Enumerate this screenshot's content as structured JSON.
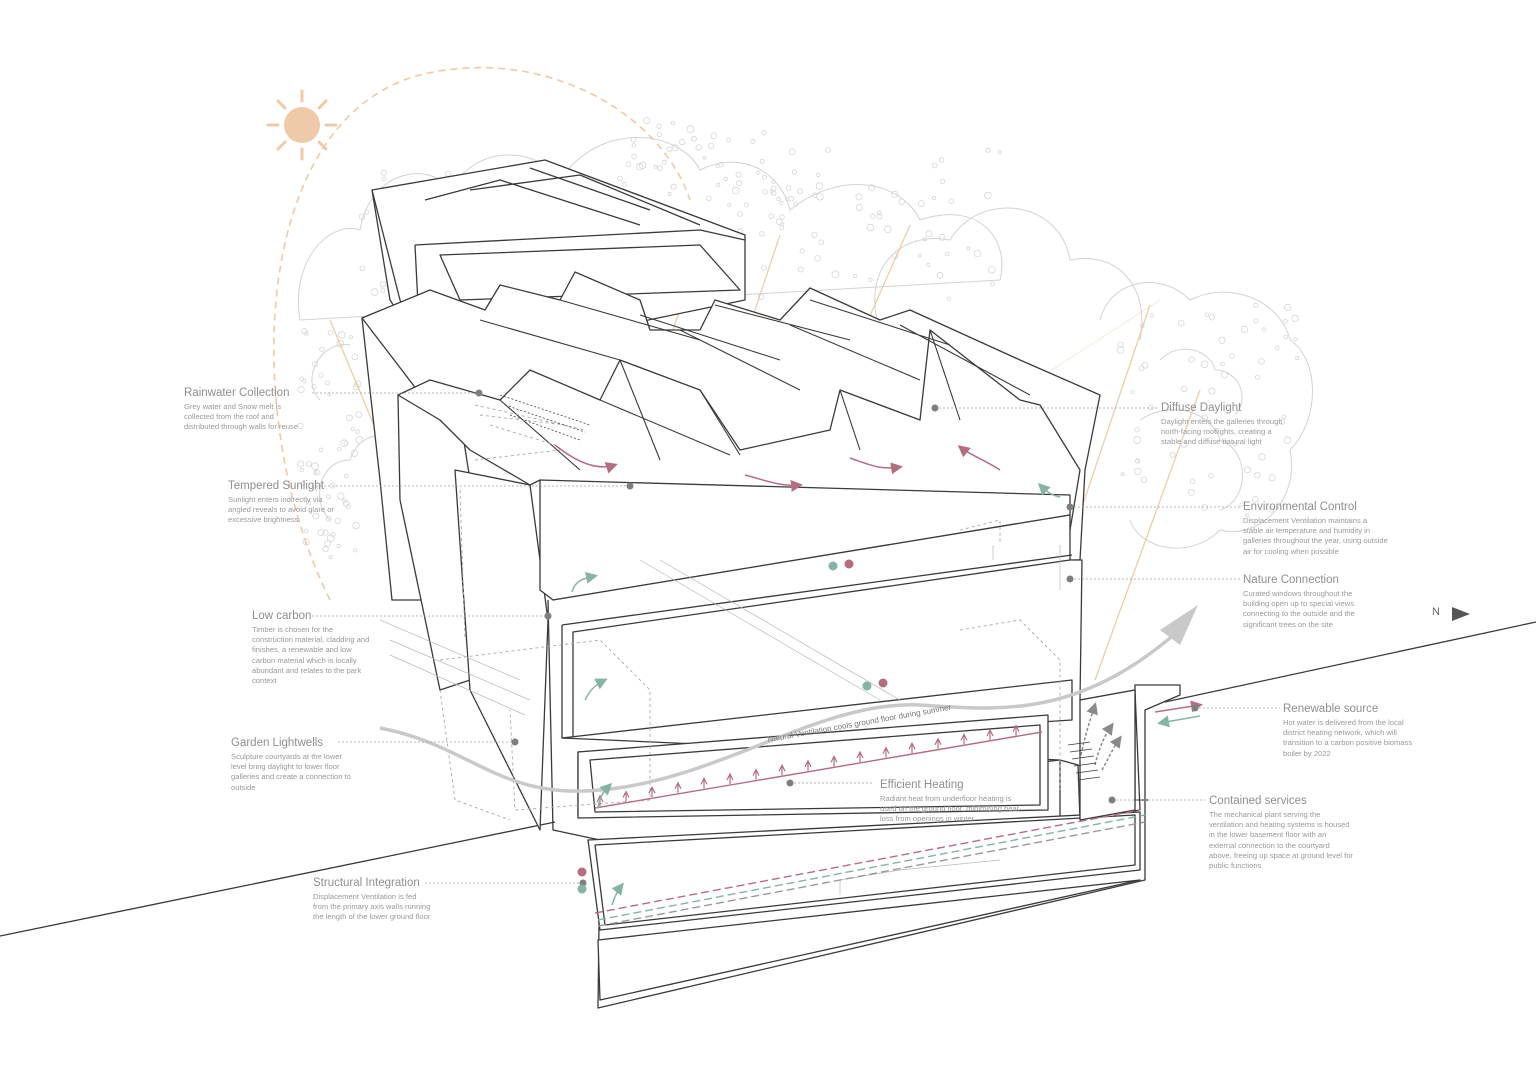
{
  "colors": {
    "line": "#3a3a3a",
    "light_line": "#b5b5b5",
    "tree": "#d3d3d3",
    "sun": "#efc9a6",
    "sun_ray": "#f0c9a4",
    "heat": "#b56e80",
    "cool": "#86b3a5",
    "service_dot": "#7f7f7f",
    "air_flow": "#c9c9c9",
    "label": "#8f8f8f"
  },
  "icons": {
    "sun": "sun-icon",
    "north": "north-arrow-icon",
    "leader_dot": "leader-dot-icon"
  },
  "north": {
    "label": "N"
  },
  "ventilation_label": "Natural Ventilation cools ground floor during summer",
  "annotations": {
    "rainwater": {
      "title": "Rainwater Collection",
      "body": "Grey water and Snow melt is collected from the roof and distributed through walls for reuse"
    },
    "tempered": {
      "title": "Tempered Sunlight",
      "body": "Sunlight enters indirectly via angled reveals to avoid glare or excessive brightness."
    },
    "low_carbon": {
      "title": "Low carbon",
      "body": "Timber is chosen for the construction material, cladding and finishes, a renewable and low carbon material which is locally abundant and relates to the park context"
    },
    "garden": {
      "title": "Garden Lightwells",
      "body": "Sculpture courtyards at the lower level bring daylight to lower floor galleries and create a connection to outside"
    },
    "structural": {
      "title": "Structural Integration",
      "body": "Displacement Ventilation is fed from the primary axis walls running the length of the lower ground floor"
    },
    "efficient": {
      "title": "Efficient Heating",
      "body": "Radiant heat from underfloor heating is used on the ground floor, minimising heat loss from openings in winter"
    },
    "diffuse": {
      "title": "Diffuse Daylight",
      "body": "Daylight enters the galleries through north-facing rooflights, creating a stable and diffuse natural light"
    },
    "environmental": {
      "title": "Environmental Control",
      "body": "Displacement Ventilation maintains a stable air temperature and humidity in galleries throughout the year, using outside air for cooling when possible"
    },
    "nature": {
      "title": "Nature Connection",
      "body": "Curated windows throughout the building open up to special views connecting to the outside and the significant trees on the site"
    },
    "renewable": {
      "title": "Renewable source",
      "body": "Hot water is delivered from the local district heating network, which will transition to a carbon positive biomass boiler by 2022"
    },
    "contained": {
      "title": "Contained services",
      "body": "The mechanical plant serving the ventilation and heating systems is housed in the lower basement floor with an external connection to the courtyard above, freeing up space at ground level for public functions"
    }
  }
}
